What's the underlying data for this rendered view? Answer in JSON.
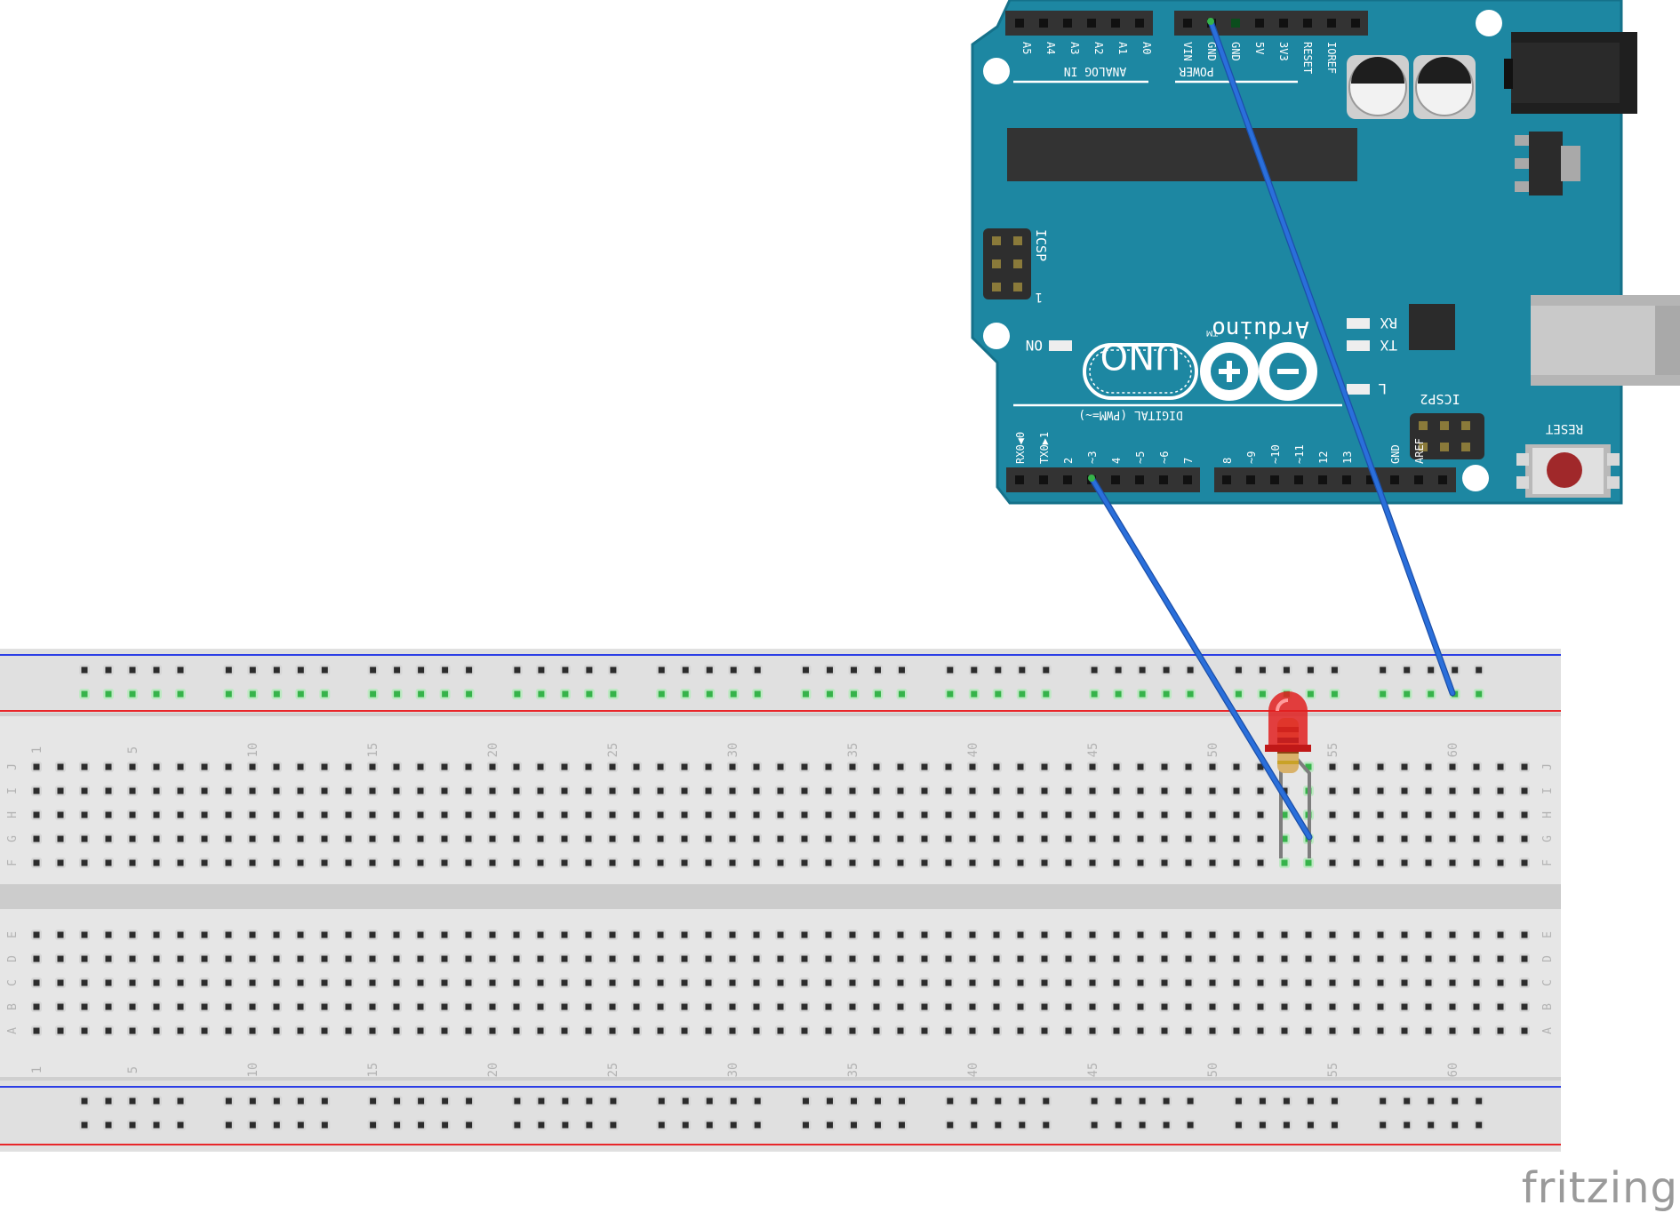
{
  "arduino": {
    "board_name": "UNO",
    "brand": "Arduino",
    "trademark": "TM",
    "analog_header_label": "ANALOG IN",
    "analog_pins": [
      "A5",
      "A4",
      "A3",
      "A2",
      "A1",
      "A0"
    ],
    "power_header_label": "POWER",
    "power_pins": [
      "VIN",
      "GND",
      "GND",
      "5V",
      "3V3",
      "RESET",
      "IOREF"
    ],
    "digital_header_label": "DIGITAL (PWM=~)",
    "digital_pins_low": [
      "RX0◀0",
      "TX0▶1",
      "2",
      "~3",
      "4",
      "~5",
      "~6",
      "7"
    ],
    "digital_pins_high": [
      "8",
      "~9",
      "~10",
      "~11",
      "12",
      "13",
      "GND",
      "AREF"
    ],
    "icsp_label": "ICSP",
    "icsp2_label": "ICSP2",
    "icsp_pin1_label": "1",
    "led_labels": [
      "RX",
      "TX",
      "L",
      "ON"
    ],
    "reset_label": "RESET",
    "colors": {
      "board": "#1d87a2",
      "board_edge": "#146b82",
      "silk": "#ffffff",
      "header": "#333333"
    }
  },
  "breadboard": {
    "column_numbers": [
      "1",
      "5",
      "10",
      "15",
      "20",
      "25",
      "30",
      "35",
      "40",
      "45",
      "50",
      "55",
      "60"
    ],
    "rows_top": [
      "J",
      "I",
      "H",
      "G",
      "F"
    ],
    "rows_bottom": [
      "E",
      "D",
      "C",
      "B",
      "A"
    ],
    "columns": 63,
    "colors": {
      "body": "#e6e6e6",
      "hole": "#2c2c2c",
      "active_hole": "#36b34a",
      "rail_red": "#e8272a",
      "rail_blue": "#2b3ee6",
      "label": "#b3b3b3"
    }
  },
  "components": {
    "led_color": "#e02020",
    "wire_color": "#2a6fdb"
  },
  "watermark": "fritzing"
}
